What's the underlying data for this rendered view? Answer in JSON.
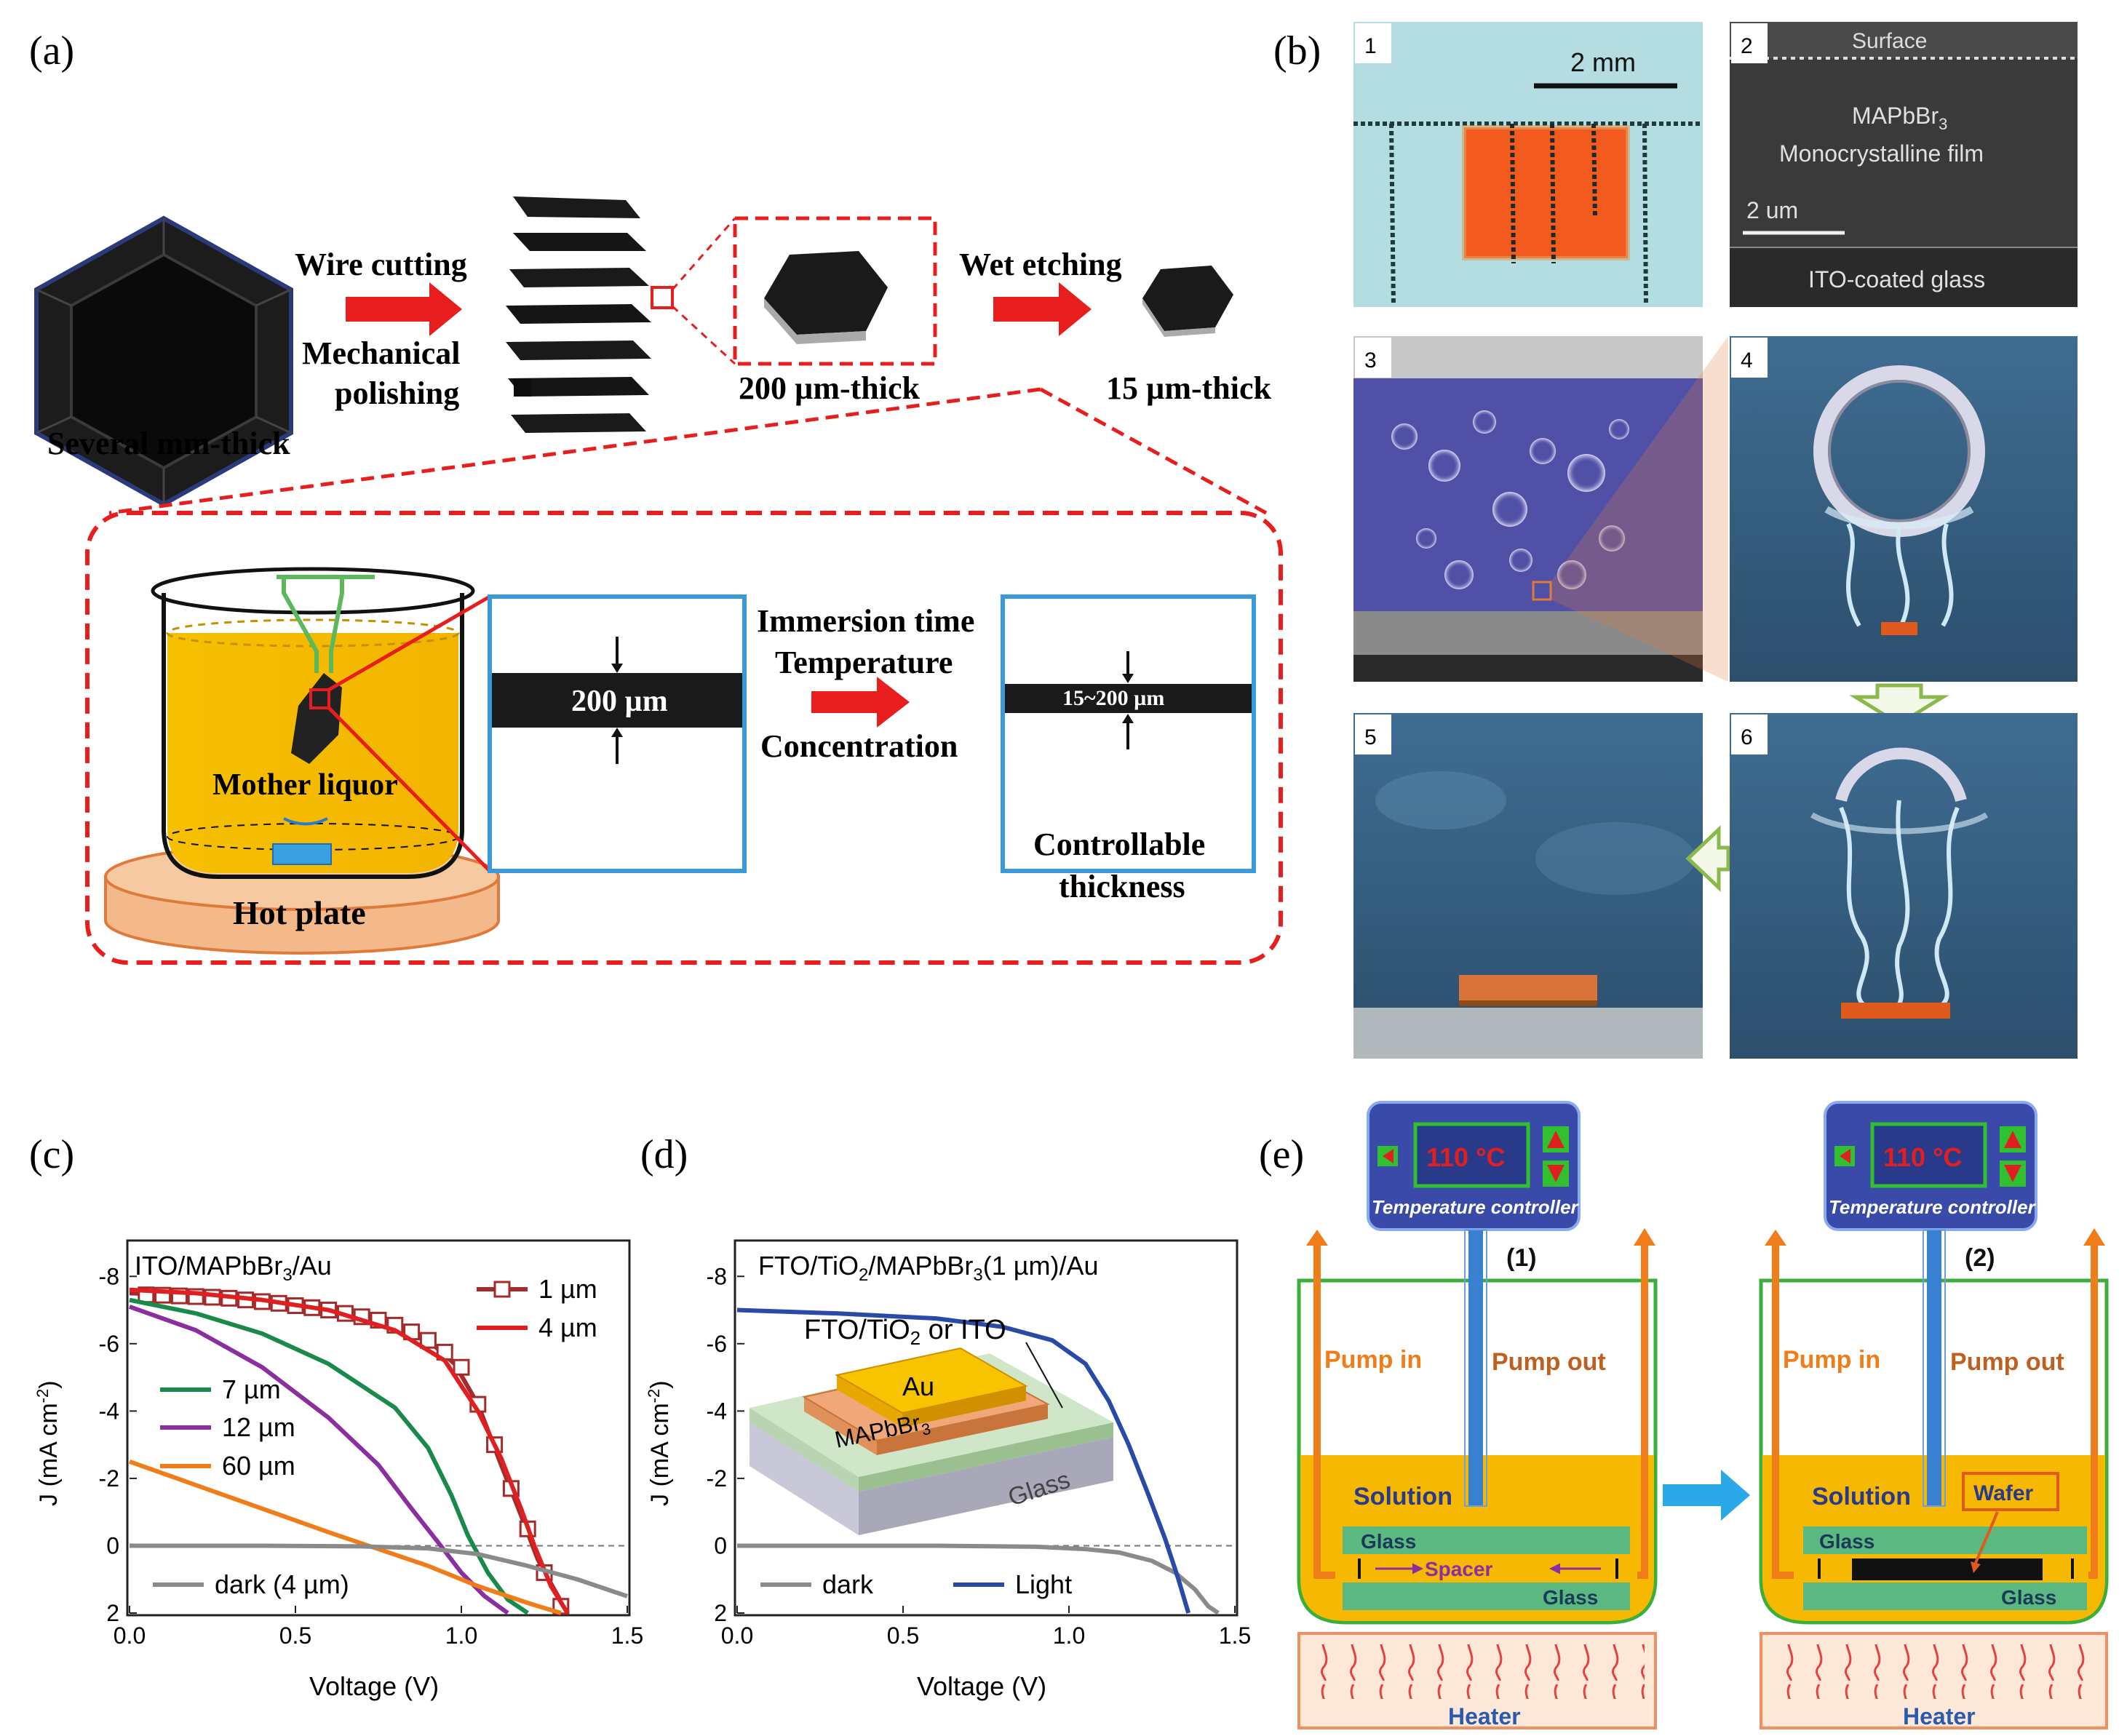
{
  "panel_a": {
    "letter": "(a)",
    "wire_cutting": "Wire cutting",
    "mechanical": "Mechanical",
    "polishing": "polishing",
    "several_mm": "Several mm-thick",
    "thick_200": "200 µm-thick",
    "wet_etching": "Wet etching",
    "thick_15": "15 µm-thick",
    "mother_liquor": "Mother liquor",
    "hot_plate": "Hot plate",
    "film_200": "200 µm",
    "immersion": "Immersion time",
    "temperature": "Temperature",
    "concentration": "Concentration",
    "film_range": "15~200 µm",
    "controllable": "Controllable",
    "thickness": "thickness"
  },
  "panel_b": {
    "letter": "(b)",
    "p1": "1",
    "p2": "2",
    "p3": "3",
    "p4": "4",
    "p5": "5",
    "p6": "6",
    "scale_2mm": "2 mm",
    "surface": "Surface",
    "film_l1": "MAPbBr",
    "film_sub": "3",
    "film_l2": "Monocrystalline film",
    "scale_2um": "2 um",
    "ito_glass": "ITO-coated glass"
  },
  "panel_c": {
    "letter": "(c)",
    "legend_title": "ITO/MAPbBr",
    "legend_title_sub": "3",
    "legend_title_end": "/Au",
    "ylabel": "J (mA cm",
    "ylabel_sup": "-2",
    "ylabel_end": ")",
    "xlabel": "Voltage (V)",
    "x_ticks": [
      "0.0",
      "0.5",
      "1.0",
      "1.5"
    ],
    "y_ticks": [
      "-8",
      "-6",
      "-4",
      "-2",
      "0",
      "2"
    ]
  },
  "panel_d": {
    "letter": "(d)",
    "title_a": "FTO/TiO",
    "title_sub1": "2",
    "title_b": "/MAPbBr",
    "title_sub2": "3",
    "title_c": "(1 µm)/Au",
    "ylabel": "J (mA cm",
    "ylabel_sup": "-2",
    "ylabel_end": ")",
    "xlabel": "Voltage (V)",
    "x_ticks": [
      "0.0",
      "0.5",
      "1.0",
      "1.5"
    ],
    "y_ticks": [
      "-8",
      "-6",
      "-4",
      "-2",
      "0",
      "2"
    ],
    "inset_top": "FTO/TiO",
    "inset_top_sub": "2",
    "inset_top_end": " or ITO",
    "inset_au": "Au",
    "inset_mapbbr": "MAPbBr",
    "inset_mapbbr_sub": "3",
    "inset_glass": "Glass"
  },
  "panel_e": {
    "letter": "(e)",
    "temp_value": "110 °C",
    "temp_controller": "Temperature controller",
    "step1": "(1)",
    "step2": "(2)",
    "pump_in": "Pump in",
    "pump_out": "Pump out",
    "solution": "Solution",
    "glass": "Glass",
    "spacer": "Spacer",
    "wafer": "Wafer",
    "heater": "Heater"
  },
  "chart_data": [
    {
      "type": "line",
      "xlabel": "Voltage (V)",
      "ylabel": "J (mA cm-2)",
      "xlim": [
        0,
        1.5
      ],
      "ylim": [
        2,
        -9
      ],
      "x_ticks": [
        0,
        0.5,
        1.0,
        1.5
      ],
      "y_ticks": [
        -8,
        -6,
        -4,
        -2,
        0,
        2
      ],
      "legend_title": "ITO/MAPbBr3/Au",
      "series": [
        {
          "name": "1 µm",
          "color": "#a52a2a",
          "marker": "square-open",
          "points": [
            [
              0,
              -7.5
            ],
            [
              0.15,
              -7.45
            ],
            [
              0.3,
              -7.35
            ],
            [
              0.45,
              -7.2
            ],
            [
              0.6,
              -7.0
            ],
            [
              0.75,
              -6.7
            ],
            [
              0.9,
              -6.1
            ],
            [
              0.98,
              -5.4
            ],
            [
              1.05,
              -4.2
            ],
            [
              1.12,
              -2.4
            ],
            [
              1.18,
              -0.9
            ],
            [
              1.23,
              0.4
            ],
            [
              1.28,
              1.3
            ],
            [
              1.32,
              2.0
            ]
          ],
          "markers": [
            [
              0.05,
              -7.45
            ],
            [
              0.1,
              -7.44
            ],
            [
              0.15,
              -7.42
            ],
            [
              0.2,
              -7.4
            ],
            [
              0.25,
              -7.38
            ],
            [
              0.3,
              -7.35
            ],
            [
              0.35,
              -7.3
            ],
            [
              0.4,
              -7.25
            ],
            [
              0.45,
              -7.2
            ],
            [
              0.5,
              -7.13
            ],
            [
              0.55,
              -7.07
            ],
            [
              0.6,
              -7.0
            ],
            [
              0.65,
              -6.9
            ],
            [
              0.7,
              -6.8
            ],
            [
              0.75,
              -6.7
            ],
            [
              0.8,
              -6.55
            ],
            [
              0.85,
              -6.35
            ],
            [
              0.9,
              -6.1
            ],
            [
              0.95,
              -5.75
            ],
            [
              1.0,
              -5.3
            ],
            [
              1.05,
              -4.2
            ],
            [
              1.1,
              -3.0
            ],
            [
              1.15,
              -1.7
            ],
            [
              1.2,
              -0.5
            ],
            [
              1.25,
              0.8
            ],
            [
              1.3,
              1.8
            ]
          ]
        },
        {
          "name": "4 µm",
          "color": "#e02020",
          "points": [
            [
              0,
              -7.6
            ],
            [
              0.2,
              -7.5
            ],
            [
              0.4,
              -7.3
            ],
            [
              0.6,
              -7.0
            ],
            [
              0.8,
              -6.4
            ],
            [
              0.95,
              -5.5
            ],
            [
              1.05,
              -4.0
            ],
            [
              1.12,
              -2.6
            ],
            [
              1.18,
              -1.1
            ],
            [
              1.22,
              0.0
            ],
            [
              1.27,
              1.2
            ],
            [
              1.32,
              2.0
            ]
          ]
        },
        {
          "name": "7 µm",
          "color": "#1a8a4a",
          "points": [
            [
              0,
              -7.3
            ],
            [
              0.2,
              -6.9
            ],
            [
              0.4,
              -6.3
            ],
            [
              0.6,
              -5.4
            ],
            [
              0.8,
              -4.1
            ],
            [
              0.9,
              -2.9
            ],
            [
              0.97,
              -1.5
            ],
            [
              1.02,
              -0.3
            ],
            [
              1.08,
              0.8
            ],
            [
              1.14,
              1.6
            ],
            [
              1.2,
              2.0
            ]
          ]
        },
        {
          "name": "12 µm",
          "color": "#8a2ea0",
          "points": [
            [
              0,
              -7.1
            ],
            [
              0.2,
              -6.4
            ],
            [
              0.4,
              -5.3
            ],
            [
              0.6,
              -3.8
            ],
            [
              0.75,
              -2.4
            ],
            [
              0.85,
              -1.1
            ],
            [
              0.93,
              -0.1
            ],
            [
              1.0,
              0.8
            ],
            [
              1.07,
              1.5
            ],
            [
              1.14,
              2.0
            ]
          ]
        },
        {
          "name": "60 µm",
          "color": "#f07d1a",
          "points": [
            [
              0,
              -2.5
            ],
            [
              0.2,
              -1.8
            ],
            [
              0.4,
              -1.1
            ],
            [
              0.6,
              -0.4
            ],
            [
              0.75,
              0.1
            ],
            [
              0.9,
              0.6
            ],
            [
              1.05,
              1.2
            ],
            [
              1.2,
              1.7
            ],
            [
              1.3,
              2.0
            ]
          ]
        },
        {
          "name": "dark (4 µm)",
          "color": "#8a8a8a",
          "points": [
            [
              0,
              0.0
            ],
            [
              0.4,
              0.0
            ],
            [
              0.7,
              0.02
            ],
            [
              0.9,
              0.08
            ],
            [
              1.05,
              0.25
            ],
            [
              1.2,
              0.6
            ],
            [
              1.35,
              1.0
            ],
            [
              1.5,
              1.5
            ]
          ]
        }
      ]
    },
    {
      "type": "line",
      "xlabel": "Voltage (V)",
      "ylabel": "J (mA cm-2)",
      "xlim": [
        0,
        1.5
      ],
      "ylim": [
        2,
        -9
      ],
      "x_ticks": [
        0,
        0.5,
        1.0,
        1.5
      ],
      "y_ticks": [
        -8,
        -6,
        -4,
        -2,
        0,
        2
      ],
      "title": "FTO/TiO2/MAPbBr3(1 µm)/Au",
      "series": [
        {
          "name": "dark",
          "color": "#8a8a8a",
          "points": [
            [
              0,
              0.0
            ],
            [
              0.6,
              0.0
            ],
            [
              0.9,
              0.03
            ],
            [
              1.05,
              0.1
            ],
            [
              1.15,
              0.2
            ],
            [
              1.25,
              0.45
            ],
            [
              1.32,
              0.8
            ],
            [
              1.38,
              1.3
            ],
            [
              1.42,
              1.8
            ],
            [
              1.45,
              2.0
            ]
          ]
        },
        {
          "name": "Light",
          "color": "#2a4aa8",
          "points": [
            [
              0,
              -7.0
            ],
            [
              0.3,
              -6.9
            ],
            [
              0.6,
              -6.75
            ],
            [
              0.8,
              -6.5
            ],
            [
              0.95,
              -6.1
            ],
            [
              1.05,
              -5.4
            ],
            [
              1.12,
              -4.3
            ],
            [
              1.18,
              -3.0
            ],
            [
              1.24,
              -1.5
            ],
            [
              1.29,
              -0.2
            ],
            [
              1.33,
              1.0
            ],
            [
              1.36,
              2.0
            ]
          ]
        }
      ]
    }
  ]
}
